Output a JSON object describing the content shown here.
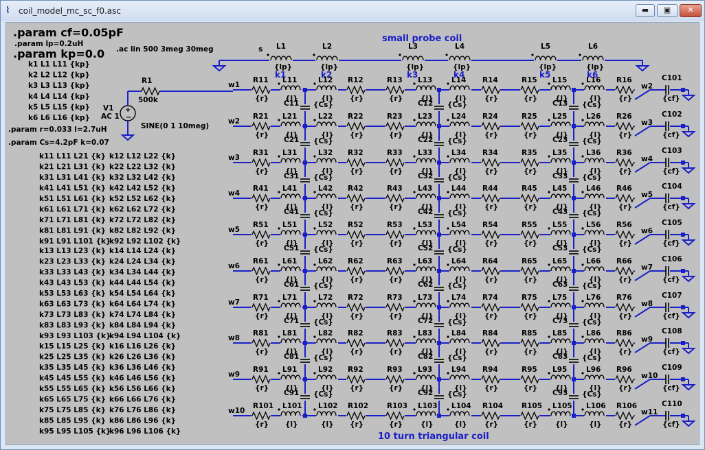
{
  "window": {
    "title": "coil_model_mc_sc_f0.asc",
    "min": "▬",
    "max": "▣",
    "close": "✕"
  },
  "directives": {
    "cf": ".param cf=0.05pF",
    "lp": ".param lp=0.2uH",
    "kp": ".param  kp=0.0",
    "ac": ".ac lin 500 3meg 30meg",
    "rl": ".param r=0.033  l=2.7uH",
    "cs": ".param Cs=4.2pF  k=0.07"
  },
  "probe_k": [
    "k1 L1 L11 {kp}",
    "k2 L2 L12 {kp}",
    "k3 L3 L13 {kp}",
    "k4 L4 L14 {kp}",
    "k5 L5 L15 {kp}",
    "k6 L6 L16 {kp}"
  ],
  "k_groups": [
    [
      [
        "k11 L11 L21 {k}",
        "k12 L12 L22 {k}"
      ],
      [
        "k21 L21 L31 {k}",
        "k22 L22 L32 {k}"
      ],
      [
        "k31 L31 L41 {k}",
        "k32 L32 L42 {k}"
      ],
      [
        "k41 L41 L51 {k}",
        "k42 L42 L52 {k}"
      ],
      [
        "k51 L51 L61 {k}",
        "k52 L52 L62 {k}"
      ],
      [
        "k61 L61 L71 {k}",
        "k62 L62 L72 {k}"
      ],
      [
        "k71 L71 L81 {k}",
        "k72 L72 L82 {k}"
      ],
      [
        "k81 L81 L91 {k}",
        "k82 L82 L92 {k}"
      ],
      [
        "k91 L91 L101 {k}",
        "k92 L92 L102 {k}"
      ]
    ],
    [
      [
        "k13 L13 L23 {k}",
        "k14 L14 L24 {k}"
      ],
      [
        "k23 L23 L33 {k}",
        "k24 L24 L34 {k}"
      ],
      [
        "k33 L33 L43 {k}",
        "k34 L34 L44 {k}"
      ],
      [
        "k43 L43 L53 {k}",
        "k44 L44 L54 {k}"
      ],
      [
        "k53 L53 L63 {k}",
        "k54 L54 L64 {k}"
      ],
      [
        "k63 L63 L73 {k}",
        "k64 L64 L74 {k}"
      ],
      [
        "k73 L73 L83 {k}",
        "k74 L74 L84 {k}"
      ],
      [
        "k83 L83 L93 {k}",
        "k84 L84 L94 {k}"
      ],
      [
        "k93 L93 L103 {k}",
        "k94 L94 L104 {k}"
      ]
    ],
    [
      [
        "k15 L15 L25 {k}",
        "k16 L16 L26 {k}"
      ],
      [
        "k25 L25 L35 {k}",
        "k26 L26 L36 {k}"
      ],
      [
        "k35 L35 L45 {k}",
        "k36 L36 L46 {k}"
      ],
      [
        "k45 L45 L55 {k}",
        "k46 L46 L56 {k}"
      ],
      [
        "k55 L55 L65 {k}",
        "k56 L56 L66 {k}"
      ],
      [
        "k65 L65 L75 {k}",
        "k66 L66 L76 {k}"
      ],
      [
        "k75 L75 L85 {k}",
        "k76 L76 L86 {k}"
      ],
      [
        "k85 L85 L95 {k}",
        "k86 L86 L96 {k}"
      ],
      [
        "k95 L95 L105 {k}",
        "k96 L96 L106 {k}"
      ]
    ]
  ],
  "source": {
    "name": "V1",
    "ac": "AC 1",
    "sine": "SINE(0 1 10meg)",
    "r_name": "R1",
    "r_value": "500k"
  },
  "probe": {
    "title": "small probe coil",
    "net": "s",
    "inductors": [
      "L1",
      "L2",
      "L3",
      "L4",
      "L5",
      "L6"
    ],
    "value": "{lp}",
    "k_labels": [
      "k1",
      "k2",
      "k3",
      "k4",
      "k5",
      "k6"
    ]
  },
  "coil": {
    "title": "10 turn triangular coil",
    "r_value": "{r}",
    "l_value": "{l}",
    "cs_value": "{Cs}",
    "cf_value": "{cf}",
    "rows": [
      {
        "in": "w1",
        "out": "w2",
        "R": [
          "R11",
          "R12",
          "R13",
          "R14",
          "R15",
          "R16"
        ],
        "L": [
          "L11",
          "L12",
          "L13",
          "L14",
          "L15",
          "L16"
        ],
        "C": [
          "C11",
          "C12",
          "C13"
        ],
        "Cf": "C101"
      },
      {
        "in": "w2",
        "out": "w3",
        "R": [
          "R21",
          "R22",
          "R23",
          "R24",
          "R25",
          "R26"
        ],
        "L": [
          "L21",
          "L22",
          "L23",
          "L24",
          "L25",
          "L26"
        ],
        "C": [
          "C21",
          "C22",
          "C23"
        ],
        "Cf": "C102"
      },
      {
        "in": "w3",
        "out": "w4",
        "R": [
          "R31",
          "R32",
          "R33",
          "R34",
          "R35",
          "R36"
        ],
        "L": [
          "L31",
          "L32",
          "L33",
          "L34",
          "L35",
          "L36"
        ],
        "C": [
          "C31",
          "C32",
          "C33"
        ],
        "Cf": "C103"
      },
      {
        "in": "w4",
        "out": "w5",
        "R": [
          "R41",
          "R42",
          "R43",
          "R44",
          "R45",
          "R46"
        ],
        "L": [
          "L41",
          "L42",
          "L43",
          "L44",
          "L45",
          "L46"
        ],
        "C": [
          "C41",
          "C42",
          "C43"
        ],
        "Cf": "C104"
      },
      {
        "in": "w5",
        "out": "w6",
        "R": [
          "R51",
          "R52",
          "R53",
          "R54",
          "R55",
          "R56"
        ],
        "L": [
          "L51",
          "L52",
          "L53",
          "L54",
          "L55",
          "L56"
        ],
        "C": [
          "C51",
          "C52",
          "C53"
        ],
        "Cf": "C105"
      },
      {
        "in": "w6",
        "out": "w7",
        "R": [
          "R61",
          "R62",
          "R63",
          "R64",
          "R65",
          "R66"
        ],
        "L": [
          "L61",
          "L62",
          "L63",
          "L64",
          "L65",
          "L66"
        ],
        "C": [
          "C61",
          "C62",
          "C63"
        ],
        "Cf": "C106"
      },
      {
        "in": "w7",
        "out": "w8",
        "R": [
          "R71",
          "R72",
          "R73",
          "R74",
          "R75",
          "R76"
        ],
        "L": [
          "L71",
          "L72",
          "L73",
          "L74",
          "L75",
          "L76"
        ],
        "C": [
          "C71",
          "C72",
          "C73"
        ],
        "Cf": "C107"
      },
      {
        "in": "w8",
        "out": "w9",
        "R": [
          "R81",
          "R82",
          "R83",
          "R84",
          "R85",
          "R86"
        ],
        "L": [
          "L81",
          "L82",
          "L83",
          "L84",
          "L85",
          "L86"
        ],
        "C": [
          "C81",
          "C82",
          "C83"
        ],
        "Cf": "C108"
      },
      {
        "in": "w9",
        "out": "w10",
        "R": [
          "R91",
          "R92",
          "R93",
          "R94",
          "R95",
          "R96"
        ],
        "L": [
          "L91",
          "L92",
          "L93",
          "L94",
          "L95",
          "L96"
        ],
        "C": [
          "C91",
          "C92",
          "C93"
        ],
        "Cf": "C109"
      },
      {
        "in": "w10",
        "out": "w11",
        "R": [
          "R101",
          "R102",
          "R103",
          "R104",
          "R105",
          "R106"
        ],
        "L": [
          "L101",
          "L102",
          "L103",
          "L104",
          "L105",
          "L106"
        ],
        "C": [],
        "Cf": "C110"
      }
    ]
  },
  "colors": {
    "wire": "#1a20c8",
    "background": "#c0c0c0",
    "text": "#000000"
  }
}
